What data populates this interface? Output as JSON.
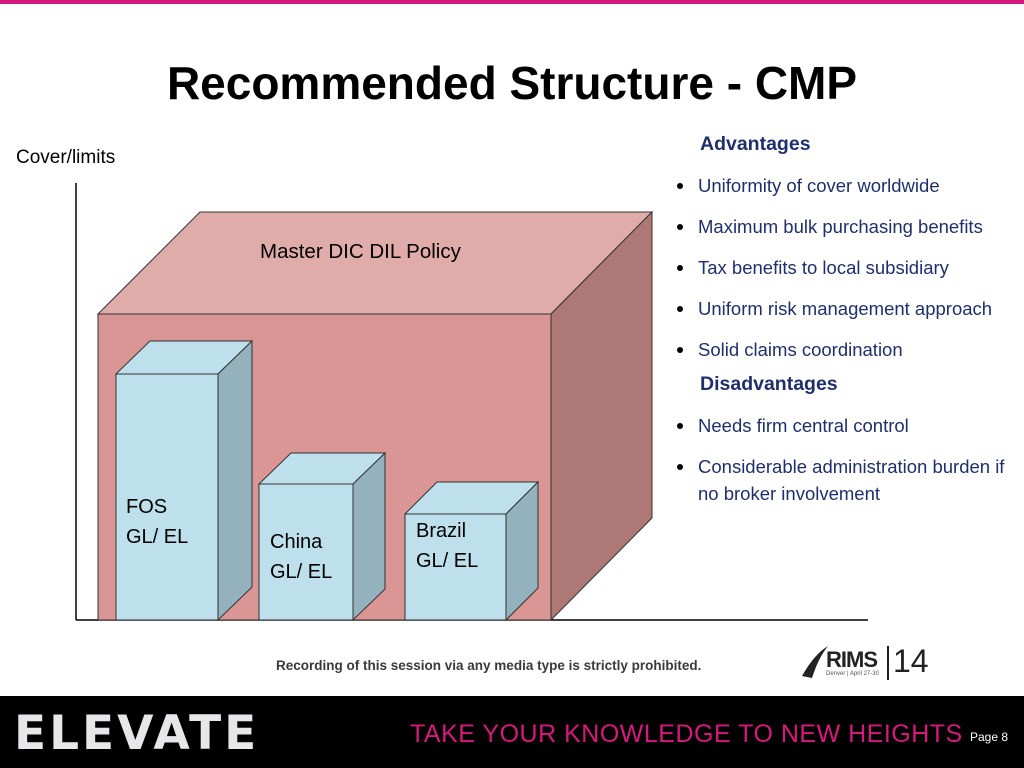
{
  "slide": {
    "title": "Recommended Structure - CMP",
    "disclaimer": "Recording of this session via any media type is strictly prohibited.",
    "accent_color": "#d6197d"
  },
  "diagram": {
    "axis_label": "Cover/limits",
    "master_policy": "Master DIC DIL Policy",
    "boxes": [
      {
        "line1": "FOS",
        "line2": "GL/ EL"
      },
      {
        "line1": "China",
        "line2": "GL/ EL"
      },
      {
        "line1": "Brazil",
        "line2": "GL/ EL"
      }
    ],
    "colors": {
      "master_front": "#d99694",
      "master_top": "#e0acaa",
      "master_side": "#ad7876",
      "box_front": "#bee0ec",
      "box_top": "#bee0ec",
      "box_side": "#93b2be"
    }
  },
  "panel": {
    "advantages_heading": "Advantages",
    "advantages": [
      "Uniformity of cover worldwide",
      "Maximum bulk purchasing benefits",
      "Tax benefits to local subsidiary",
      "Uniform risk management approach",
      "Solid claims coordination"
    ],
    "disadvantages_heading": "Disadvantages",
    "disadvantages": [
      "Needs firm central control",
      "Considerable administration burden if no broker involvement"
    ]
  },
  "logo": {
    "text": "RIMS",
    "year": "14",
    "sub": "Denver | April 27-30"
  },
  "footer": {
    "brand": "ELEVATE",
    "tagline": "TAKE YOUR KNOWLEDGE TO NEW HEIGHTS",
    "page": "Page 8"
  }
}
